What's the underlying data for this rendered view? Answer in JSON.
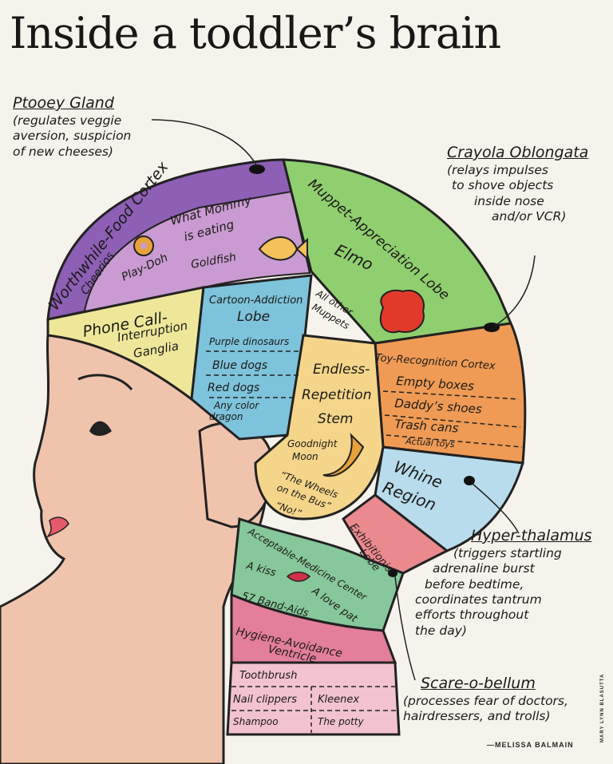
{
  "title": "Inside a toddler’s brain",
  "annotations": {
    "ptooey": {
      "heading": "Ptooey Gland",
      "body": [
        "(regulates veggie",
        "aversion, suspicion",
        "of new cheeses)"
      ]
    },
    "crayola": {
      "heading": "Crayola Oblongata",
      "body": [
        "(relays impulses",
        "to shove objects",
        "inside nose",
        "and/or VCR)"
      ]
    },
    "hyper": {
      "heading": "Hyper-thalamus",
      "body": [
        "(triggers startling",
        "adrenaline burst",
        "before bedtime,",
        "coordinates tantrum",
        "efforts throughout",
        "the day)"
      ]
    },
    "scare": {
      "heading": "Scare-o-bellum",
      "body": [
        "(processes fear of doctors,",
        "hairdressers, and trolls)"
      ]
    }
  },
  "regions": {
    "food_cortex": {
      "label": "Worthwhile-Food Cortex",
      "mommy": "What Mommy",
      "mommy2": "is eating",
      "cheerios": "Cheerios",
      "playdoh": "Play-Doh",
      "goldfish": "Goldfish"
    },
    "muppet": {
      "label": "Muppet-Appreciation Lobe",
      "elmo": "Elmo",
      "others": "All other",
      "others2": "Muppets"
    },
    "phone": {
      "l1": "Phone Call-",
      "l2": "Interruption",
      "l3": "Ganglia"
    },
    "cartoon": {
      "l1": "Cartoon-Addiction",
      "l2": "Lobe",
      "items": [
        "Purple dinosaurs",
        "Blue dogs",
        "Red dogs",
        "Any color",
        "dragon"
      ]
    },
    "toy": {
      "label": "Toy-Recognition Cortex",
      "items": [
        "Empty boxes",
        "Daddy’s shoes",
        "Trash cans",
        "Actual toys"
      ]
    },
    "endless": {
      "l1": "Endless-",
      "l2": "Repetition",
      "l3": "Stem",
      "items": [
        "Goodnight",
        "Moon",
        "“The Wheels",
        "on the Bus”",
        "“No!”"
      ]
    },
    "whine": {
      "l1": "Whine",
      "l2": "Region"
    },
    "exhib": {
      "l1": "Exhibitionist",
      "l2": "Lobe"
    },
    "medicine": {
      "label": "Acceptable-Medicine Center",
      "items": [
        "A kiss",
        "A love pat",
        "57 Band-Aids"
      ]
    },
    "hygiene": {
      "l1": "Hygiene-Avoidance",
      "l2": "Ventricle",
      "items": [
        "Toothbrush",
        "Nail clippers",
        "Kleenex",
        "Shampoo",
        "The potty"
      ]
    }
  },
  "credit": "—MELISSA BALMAIN",
  "illustrator_credit": "MARY LYNN BLASUTTA",
  "colors": {
    "purple": "#8d5fb5",
    "lilac": "#c99bd2",
    "green": "#8fcf6f",
    "yellow": "#eee79a",
    "blue": "#7ec3dc",
    "orange": "#ef9b55",
    "sand": "#f4d58a",
    "paleblue": "#b9dcec",
    "pink": "#ea8a8f",
    "sea": "#86c79b",
    "rose": "#e37e9b",
    "lightpink": "#f2c2cf",
    "skin": "#f0c3ad"
  }
}
